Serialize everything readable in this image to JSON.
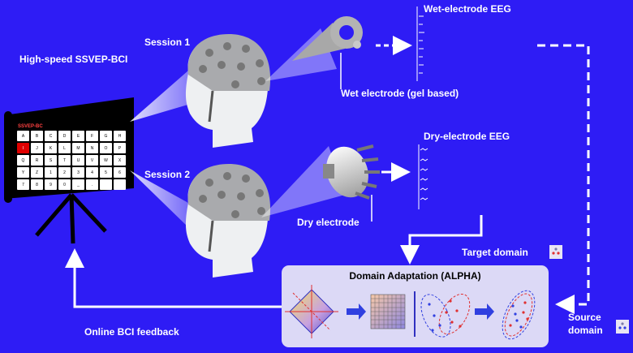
{
  "labels": {
    "bci": "High-speed SSVEP-BCI",
    "session1": "Session 1",
    "session2": "Session 2",
    "wet_eeg": "Wet-electrode EEG",
    "dry_eeg": "Dry-electrode EEG",
    "wet_electrode": "Wet electrode (gel based)",
    "dry_electrode": "Dry electrode",
    "target_domain": "Target domain",
    "source_domain_line1": "Source",
    "source_domain_line2": "domain",
    "domain_adaptation": "Domain Adaptation (ALPHA)",
    "online_feedback": "Online BCI feedback"
  },
  "keyboard": {
    "title": "SSVEP-BC",
    "keys": [
      "A",
      "B",
      "C",
      "D",
      "E",
      "F",
      "G",
      "H",
      "I",
      "J",
      "K",
      "L",
      "M",
      "N",
      "O",
      "P",
      "Q",
      "R",
      "S",
      "T",
      "U",
      "V",
      "W",
      "X",
      "Y",
      "Z",
      "1",
      "2",
      "3",
      "4",
      "5",
      "6",
      "7",
      "8",
      "9",
      "0",
      "_",
      ".",
      "",
      ""
    ],
    "highlighted_index": 8
  },
  "colors": {
    "background": "#2e1cf5",
    "arrow": "#ffffff",
    "highlight_key": "#e00000",
    "da_box": "#dcd9f6",
    "cluster_red": "#e03030",
    "cluster_blue": "#3040e0"
  }
}
